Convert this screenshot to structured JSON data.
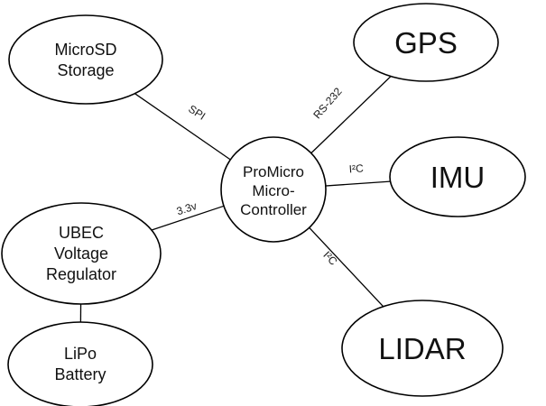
{
  "diagram": {
    "colors": {
      "background": "#ffffff",
      "node_fill": "#ffffff",
      "node_stroke": "#000000",
      "edge_stroke": "#000000",
      "text": "#111111"
    },
    "nodes": {
      "microsd": {
        "lines": [
          "MicroSD",
          "Storage"
        ]
      },
      "gps": {
        "label": "GPS"
      },
      "imu": {
        "label": "IMU"
      },
      "lidar": {
        "label": "LIDAR"
      },
      "ubec": {
        "lines": [
          "UBEC",
          "Voltage",
          "Regulator"
        ]
      },
      "lipo": {
        "lines": [
          "LiPo",
          "Battery"
        ]
      },
      "controller": {
        "lines": [
          "ProMicro",
          "Micro-",
          "Controller"
        ]
      }
    },
    "edge_labels": {
      "spi": "SPI",
      "rs232": "RS-232",
      "imu_i2c": "I²C",
      "lidar_i2c": "I²C",
      "power_3v3": "3.3v"
    }
  }
}
